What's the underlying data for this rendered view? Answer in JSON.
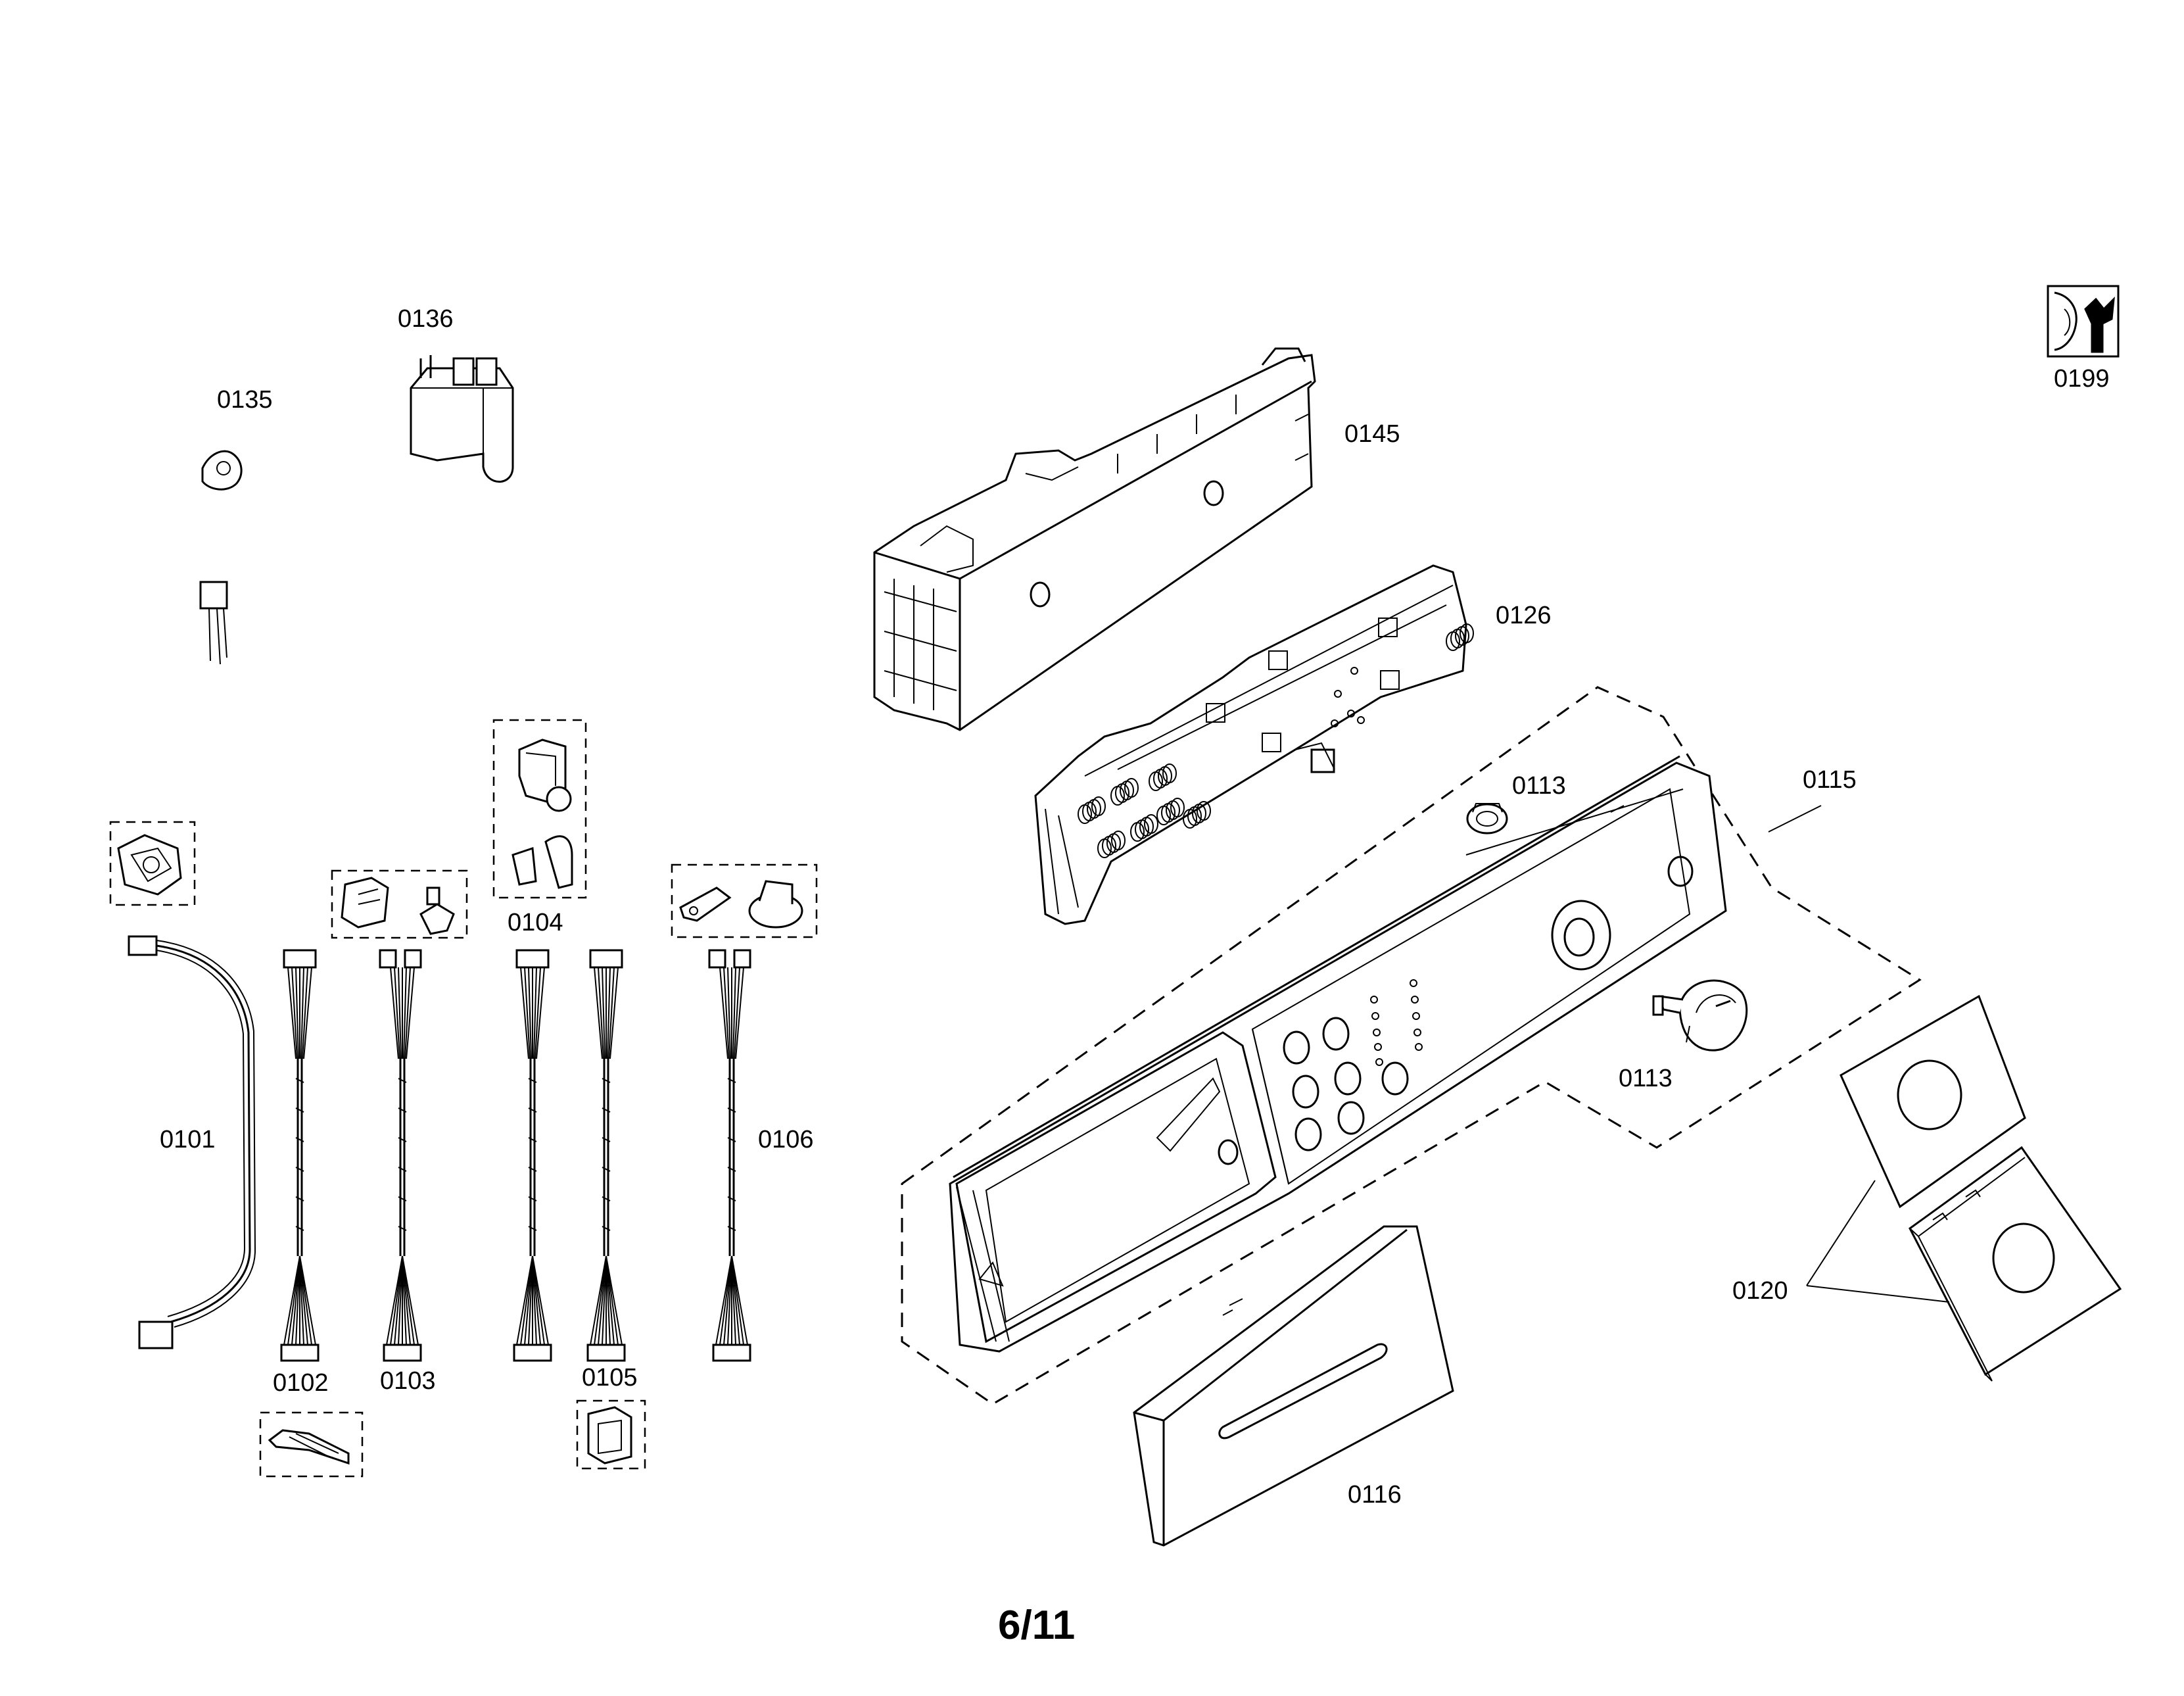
{
  "labels": {
    "p0101": "0101",
    "p0102": "0102",
    "p0103": "0103",
    "p0104": "0104",
    "p0105": "0105",
    "p0106": "0106",
    "p0113a": "0113",
    "p0113b": "0113",
    "p0115": "0115",
    "p0116": "0116",
    "p0120": "0120",
    "p0126": "0126",
    "p0135": "0135",
    "p0136": "0136",
    "p0145": "0145",
    "p0199": "0199"
  },
  "page_number": "6/11",
  "icons": {
    "service_tool": "wrench-icon"
  }
}
